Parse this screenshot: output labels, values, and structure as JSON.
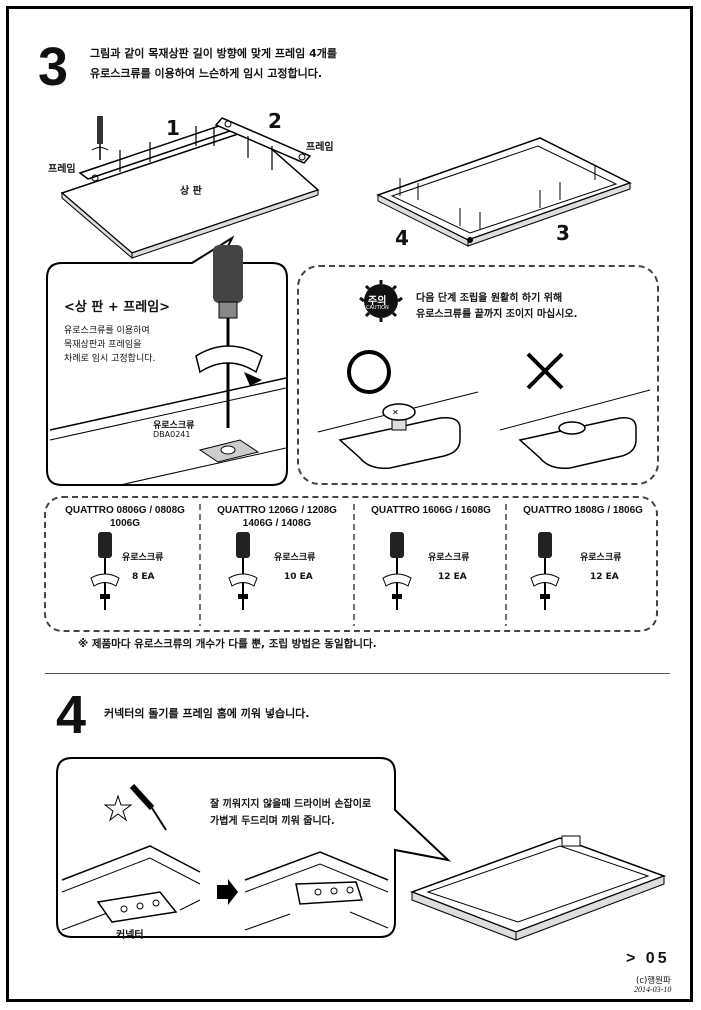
{
  "step3": {
    "number": "3",
    "line1": "그림과 같이 목재상판 길이 방향에 맞게 프레임 4개를",
    "line2": "유로스크류를 이용하여 느슨하게 임시 고정합니다.",
    "label_1": "1",
    "label_2": "2",
    "label_3": "3",
    "label_4": "4",
    "frame_left": "프레임",
    "frame_right": "프레임",
    "top_board": "상 판",
    "callout_title": "<상 판 + 프레임>",
    "callout_l1": "유로스크류를 이용하여",
    "callout_l2": "목재상판과 프레임을",
    "callout_l3": "차례로 임시 고정합니다.",
    "screw_name": "유로스크류",
    "screw_code": "DBA0241"
  },
  "caution": {
    "badge_top": "주의",
    "badge_bottom": "CAUTION",
    "line1": "다음 단계 조립을 원활히 하기 위해",
    "line2": "유로스크류를 끝까지 조이지 마십시오.",
    "ok_symbol": "○",
    "ng_symbol": "✕"
  },
  "quattro": [
    {
      "line1": "QUATTRO 0806G / 0808G",
      "line2": "1006G",
      "label": "유로스크류",
      "count": "8 EA"
    },
    {
      "line1": "QUATTRO 1206G / 1208G",
      "line2": "1406G / 1408G",
      "label": "유로스크류",
      "count": "10 EA"
    },
    {
      "line1": "QUATTRO 1606G / 1608G",
      "line2": "",
      "label": "유로스크류",
      "count": "12 EA"
    },
    {
      "line1": "QUATTRO 1808G / 1806G",
      "line2": "",
      "label": "유로스크류",
      "count": "12 EA"
    }
  ],
  "note": "※ 제품마다 유로스크류의 개수가 다를 뿐, 조립 방법은 동일합니다.",
  "step4": {
    "number": "4",
    "text": "커넥터의 돌기를 프레임 홈에 끼워 넣습니다.",
    "tip_l1": "잘 끼워지지 않을때 드라이버 손잡이로",
    "tip_l2": "가볍게 두드리며 끼워 줍니다.",
    "connector": "커넥터"
  },
  "page": {
    "number": "> 05",
    "credit": "(c)행원파",
    "date": "2014-03-10"
  }
}
